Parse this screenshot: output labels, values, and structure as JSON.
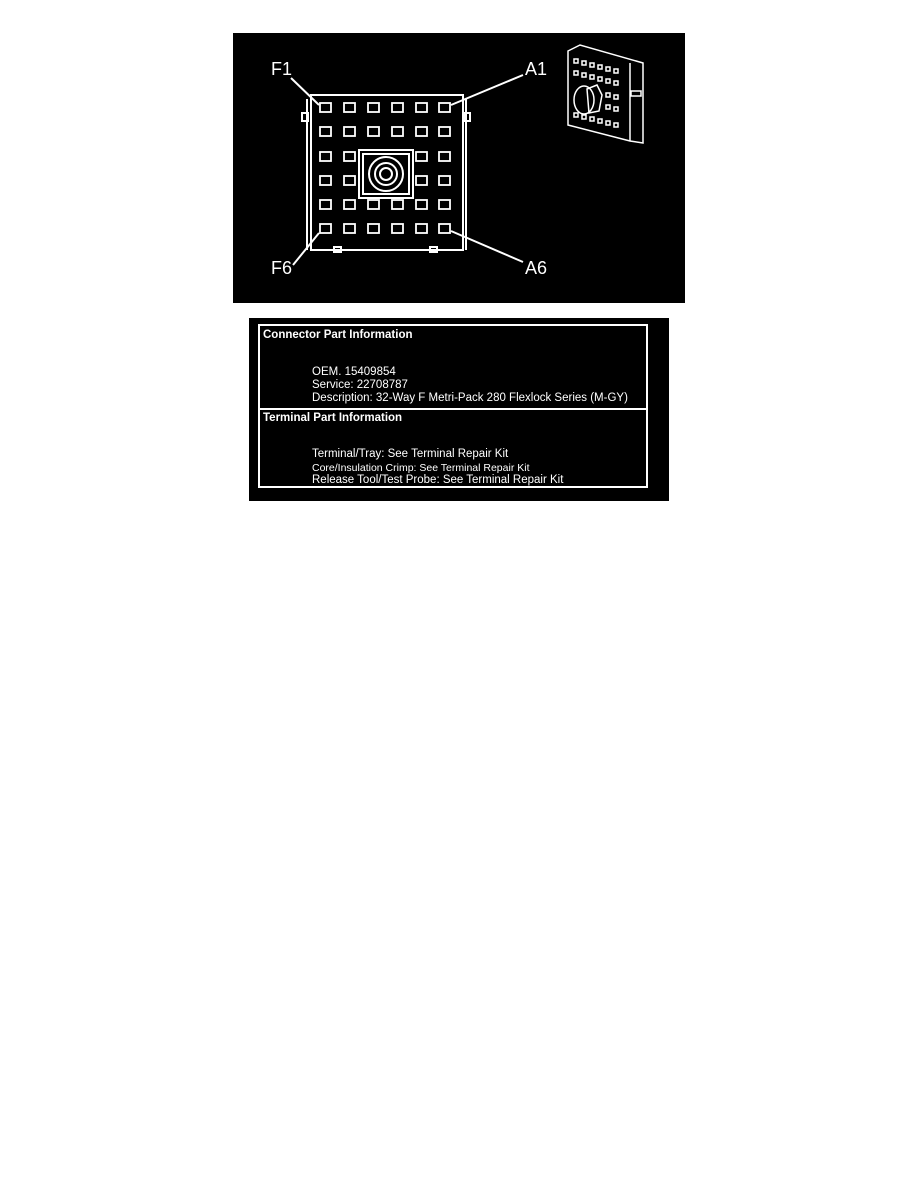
{
  "figure": {
    "pin_labels": {
      "top_left": "F1",
      "top_right": "A1",
      "bottom_left": "F6",
      "bottom_right": "A6"
    },
    "connector": {
      "rows": 6,
      "cols": 6,
      "total_cavities": 32
    }
  },
  "connector_info": {
    "header": "Connector Part Information",
    "oem": "OEM. 15409854",
    "service": "Service: 22708787",
    "description": "Description: 32-Way F Metri-Pack 280 Flexlock Series (M-GY)"
  },
  "terminal_info": {
    "header": "Terminal Part Information",
    "terminal_tray": "Terminal/Tray: See Terminal Repair Kit",
    "core_crimp": "Core/Insulation Crimp: See Terminal Repair Kit",
    "release_tool": "Release Tool/Test Probe: See Terminal Repair Kit"
  }
}
